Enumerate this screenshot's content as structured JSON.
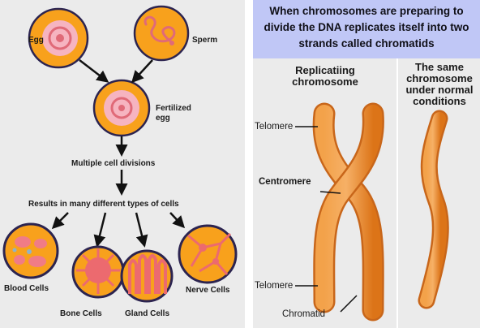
{
  "left_diagram": {
    "egg": "Egg",
    "sperm": "Sperm",
    "fertilized_egg": "Fertilized egg",
    "step_divisions": "Multiple cell divisions",
    "step_results": "Results in many different types of cells",
    "cell_types": [
      "Blood Cells",
      "Bone Cells",
      "Gland Cells",
      "Nerve Cells"
    ]
  },
  "right_diagram": {
    "banner": "When chromosomes are preparing to divide the DNA replicates itself into two strands called chromatids",
    "replicating_heading": "Replicatiing chromosome",
    "normal_heading": "The same chromosome under normal conditions",
    "labels": {
      "telomere_top": "Telomere",
      "centromere": "Centromere",
      "telomere_bottom": "Telomere",
      "chromatid": "Chromatid"
    }
  },
  "colors": {
    "cell_fill": "#f8a11c",
    "cell_outline": "#2c2450",
    "chromosome": "#ee8828",
    "banner": "#c0c7f6",
    "panel": "#ebebeb"
  }
}
